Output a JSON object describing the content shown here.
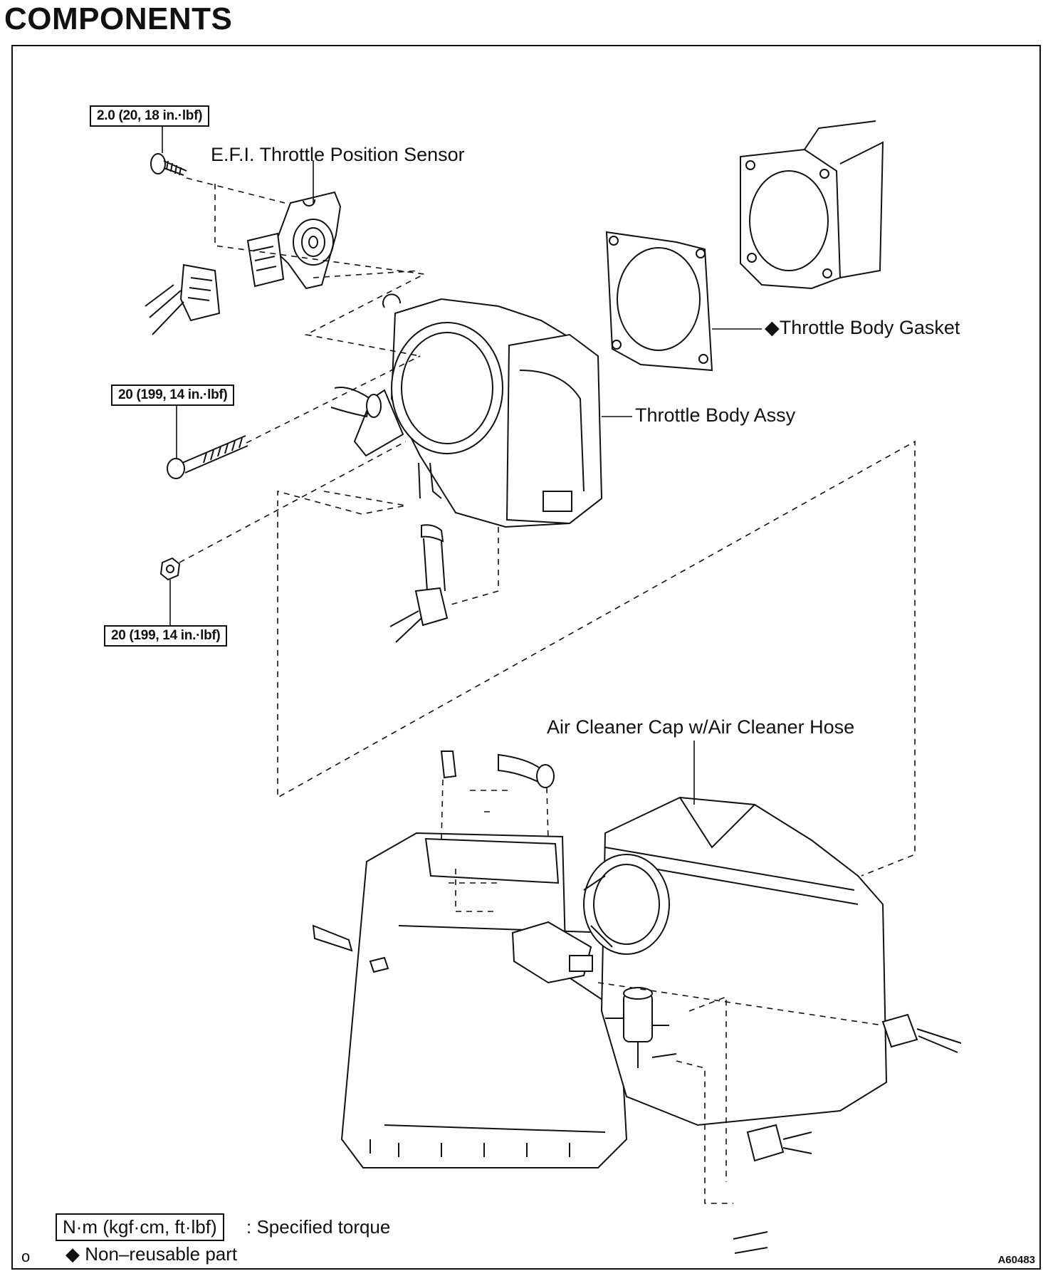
{
  "title": "COMPONENTS",
  "labels": {
    "tps": "E.F.I. Throttle Position Sensor",
    "gasket": "◆Throttle Body Gasket",
    "throttle_body": "Throttle Body Assy",
    "air_cleaner": "Air Cleaner Cap w/Air Cleaner Hose"
  },
  "torques": {
    "tps_screw": "2.0 (20, 18 in.·lbf)",
    "bolt": "20 (199, 14 in.·lbf)",
    "nut": "20 (199, 14 in.·lbf)"
  },
  "legend": {
    "torque_box": "N·m (kgf·cm, ft·lbf)",
    "torque_text": ": Specified torque",
    "nonreusable": "◆ Non–reusable part"
  },
  "page_mark": "o",
  "figure_code": "A60483"
}
